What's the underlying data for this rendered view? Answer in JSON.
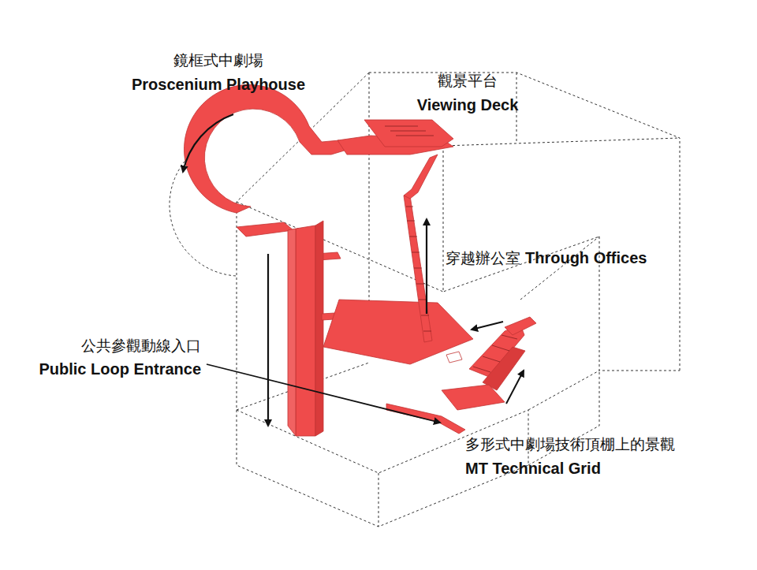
{
  "diagram": {
    "labels": [
      "鏡框式中劇場",
      "Proscenium Playhouse",
      "觀景平台",
      "Viewing Deck",
      "穿越辦公室",
      "Through Offices",
      "公共參觀動線入口",
      "Public Loop Entrance",
      "多形式中劇場技術頂棚上的景觀",
      "MT Technical Grid"
    ]
  }
}
